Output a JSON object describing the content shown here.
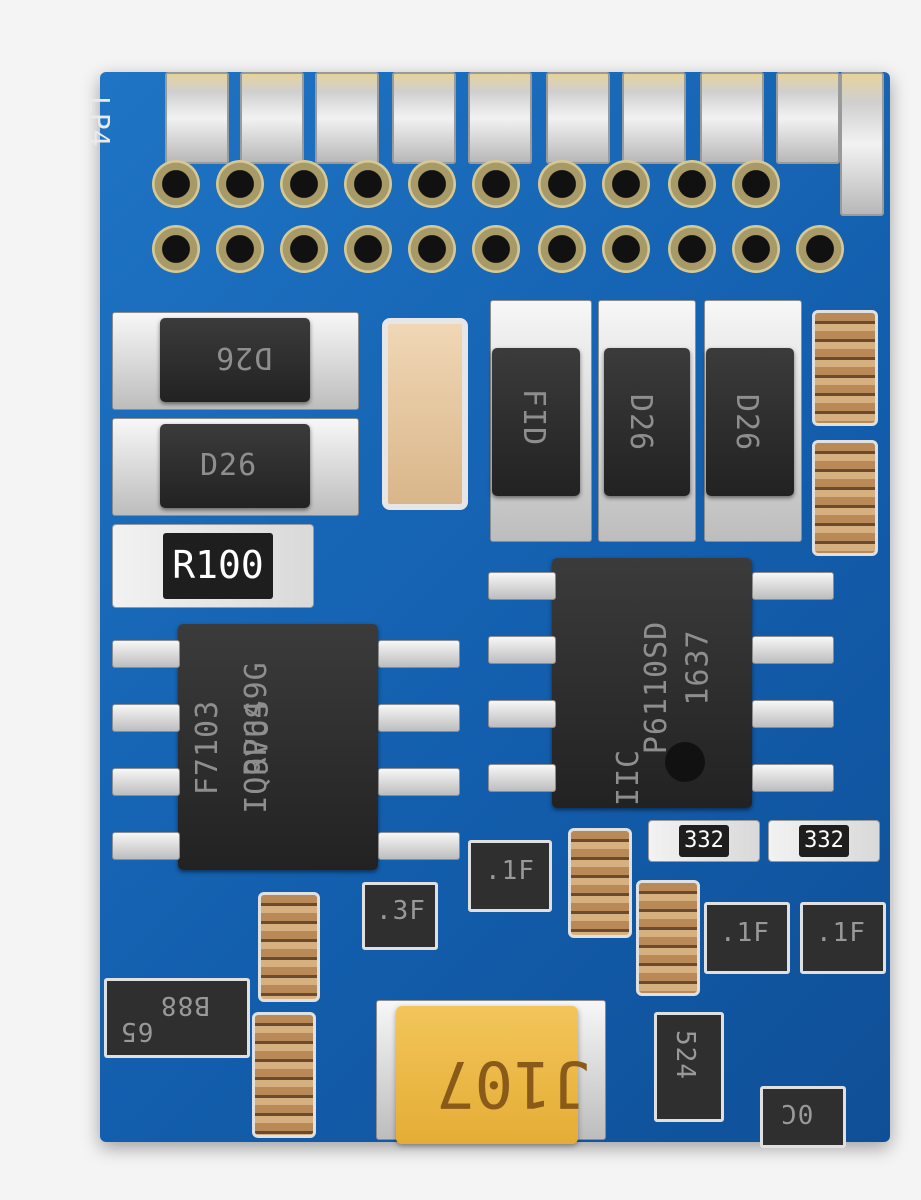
{
  "silkscreen_label": "LP4",
  "markings": {
    "diode_top_left": "D26",
    "diode_left": "D26",
    "diode_fid": "FID",
    "diode_mid": "D26",
    "diode_right": "D26",
    "resistor": "R100",
    "ic_left_line1": "IQRP649G",
    "ic_left_line2": "9VUS",
    "ic_left_line3": "F7103",
    "ic_right_line1": "P6110SD",
    "ic_right_line2": "IIC",
    "ic_right_line3": "1637",
    "chip_1f_a": ".1F",
    "chip_3f": ".3F",
    "chip_1f_b": ".1F",
    "chip_1f_c": ".1F",
    "chip_b88": "B88",
    "chip_65": "65",
    "chip_524": "524",
    "chip_0c": "0C",
    "res_332_a": "332",
    "res_332_b": "332",
    "tantalum": "J107"
  }
}
